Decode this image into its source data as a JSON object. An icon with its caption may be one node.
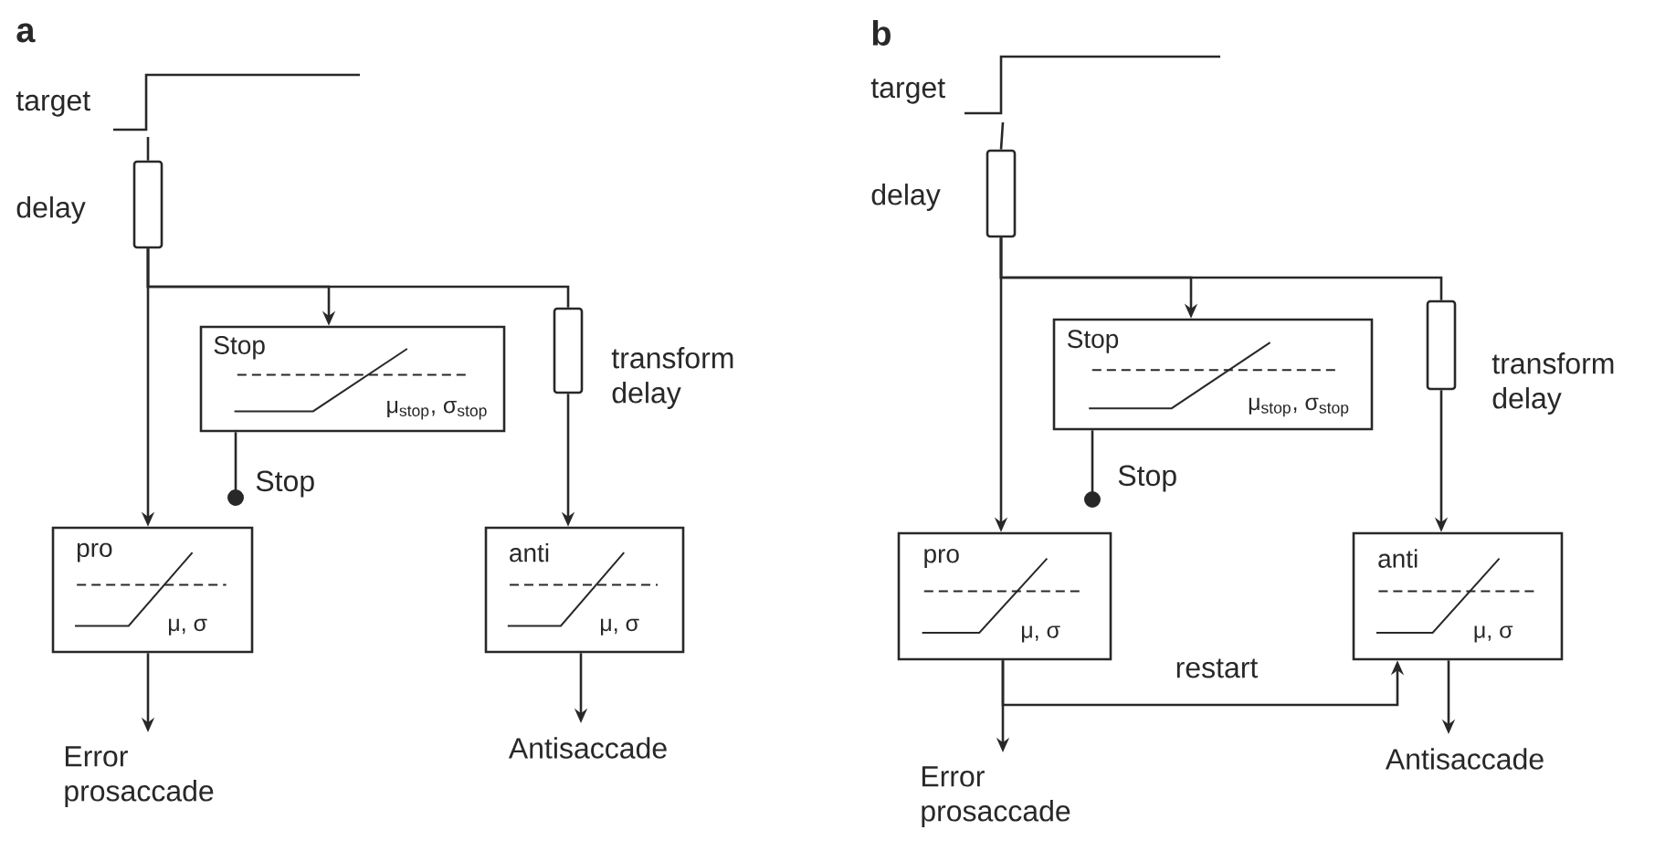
{
  "diagram": {
    "nodes": [
      {
        "text": [
          "target"
        ]
      },
      {
        "text": [],
        "shape": "box",
        "beside": [
          "delay"
        ]
      },
      {
        "text": [
          "Stop",
          "μ$_{stop}$, σ$_{stop}$"
        ]
      },
      {
        "text": [],
        "shape": "box",
        "beside": [
          "transform delay"
        ]
      },
      {
        "text": [
          "pro",
          "μ, σ"
        ]
      },
      {
        "text": [
          "anti",
          "μ, σ"
        ]
      },
      {
        "text": [
          "Error prosaccade"
        ]
      },
      {
        "text": [
          "Antisaccade"
        ]
      },
      {
        "text": [
          "target"
        ]
      },
      {
        "text": [],
        "shape": "box",
        "beside": [
          "delay"
        ]
      },
      {
        "text": [
          "Stop",
          "μ$_{stop}$, σ$_{stop}$"
        ]
      },
      {
        "text": [],
        "shape": "box",
        "beside": [
          "transform delay"
        ]
      },
      {
        "text": [
          "pro",
          "μ, σ"
        ]
      },
      {
        "text": [
          "anti",
          "μ, σ"
        ]
      },
      {
        "text": [
          "Error prosaccade"
        ]
      },
      {
        "text": [
          "Antisaccade"
        ]
      }
    ],
    "edges": [
      {
        "from": 0,
        "to": 1,
        "arrow": "none"
      },
      {
        "from": 1,
        "to": 4,
        "arrow": "to"
      },
      {
        "from": 1,
        "to": 2,
        "arrow": "to"
      },
      {
        "from": 1,
        "to": 3,
        "arrow": "none"
      },
      {
        "from": 3,
        "to": 5,
        "arrow": "to"
      },
      {
        "from": 2,
        "to": 4,
        "arrow": "other",
        "label": "Stop"
      },
      {
        "from": 4,
        "to": 6,
        "arrow": "to"
      },
      {
        "from": 5,
        "to": 7,
        "arrow": "to"
      },
      {
        "from": 8,
        "to": 9,
        "arrow": "none"
      },
      {
        "from": 9,
        "to": 12,
        "arrow": "to"
      },
      {
        "from": 9,
        "to": 10,
        "arrow": "to"
      },
      {
        "from": 9,
        "to": 11,
        "arrow": "none"
      },
      {
        "from": 11,
        "to": 13,
        "arrow": "to"
      },
      {
        "from": 10,
        "to": 12,
        "arrow": "other",
        "label": "Stop"
      },
      {
        "from": 12,
        "to": 14,
        "arrow": "to"
      },
      {
        "from": 13,
        "to": 15,
        "arrow": "to"
      },
      {
        "from": 12,
        "to": 13,
        "arrow": "to",
        "label": "restart"
      }
    ],
    "labels": [
      "a",
      "b"
    ]
  }
}
